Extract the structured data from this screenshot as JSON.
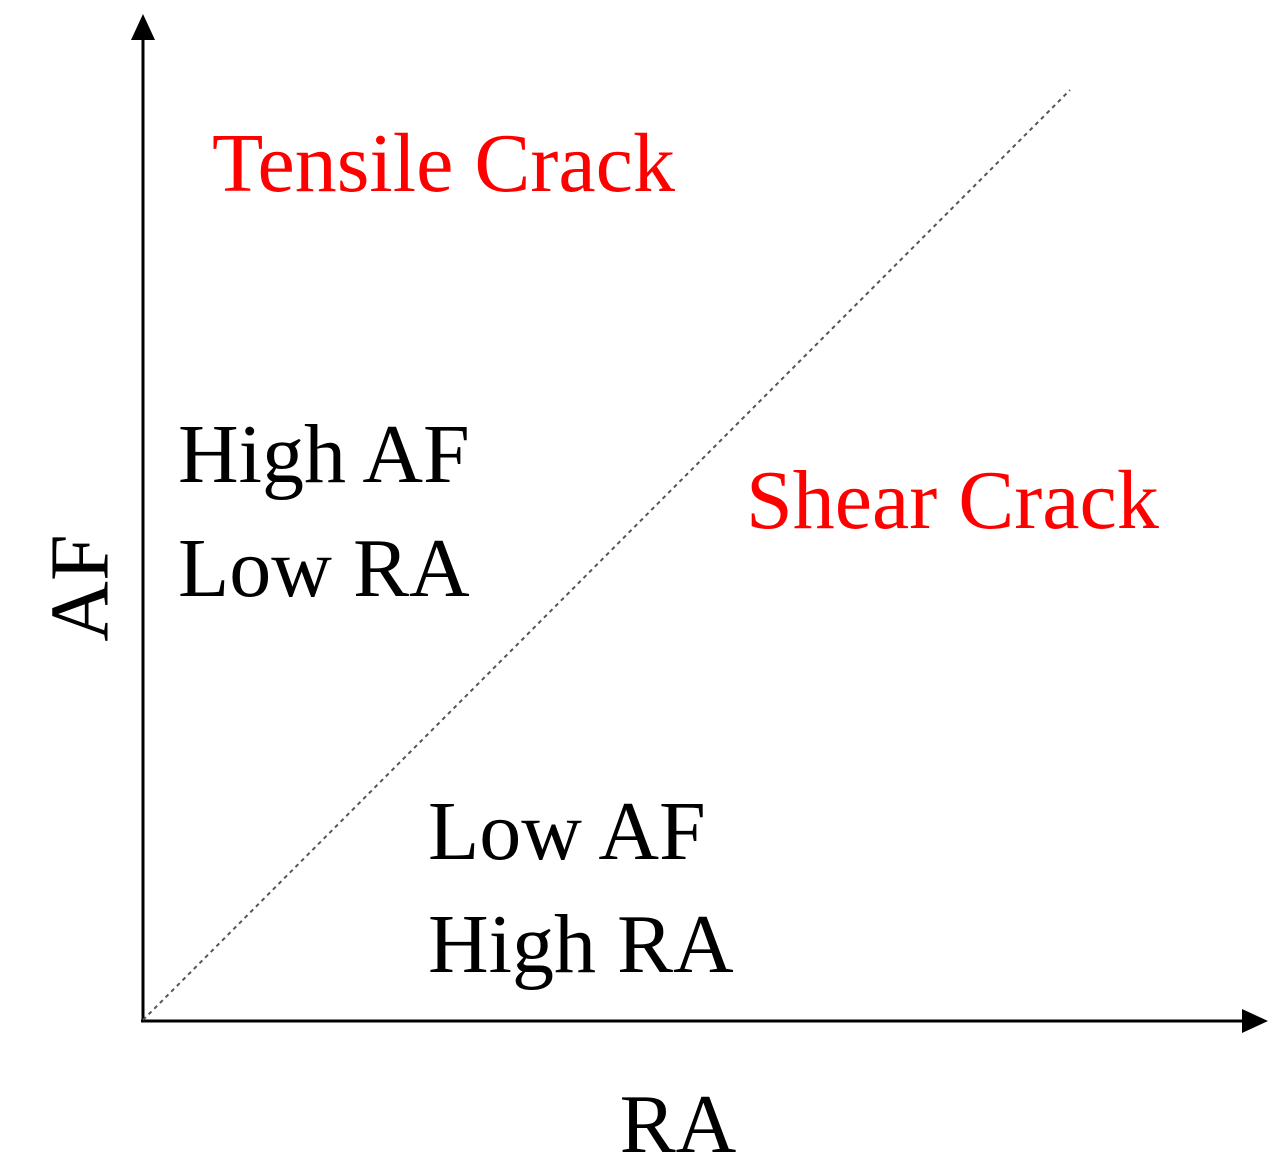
{
  "axes": {
    "x_label": "RA",
    "y_label": "AF"
  },
  "regions": {
    "tensile": {
      "title": "Tensile Crack",
      "color": "#ff0000"
    },
    "shear": {
      "title": "Shear Crack",
      "color": "#ff0000"
    },
    "upper_left_desc": {
      "line1": "High AF",
      "line2": "Low RA"
    },
    "lower_right_desc": {
      "line1": "Low AF",
      "line2": "High RA"
    }
  },
  "colors": {
    "axis": "#000000",
    "text": "#000000",
    "divider": "#555555"
  }
}
